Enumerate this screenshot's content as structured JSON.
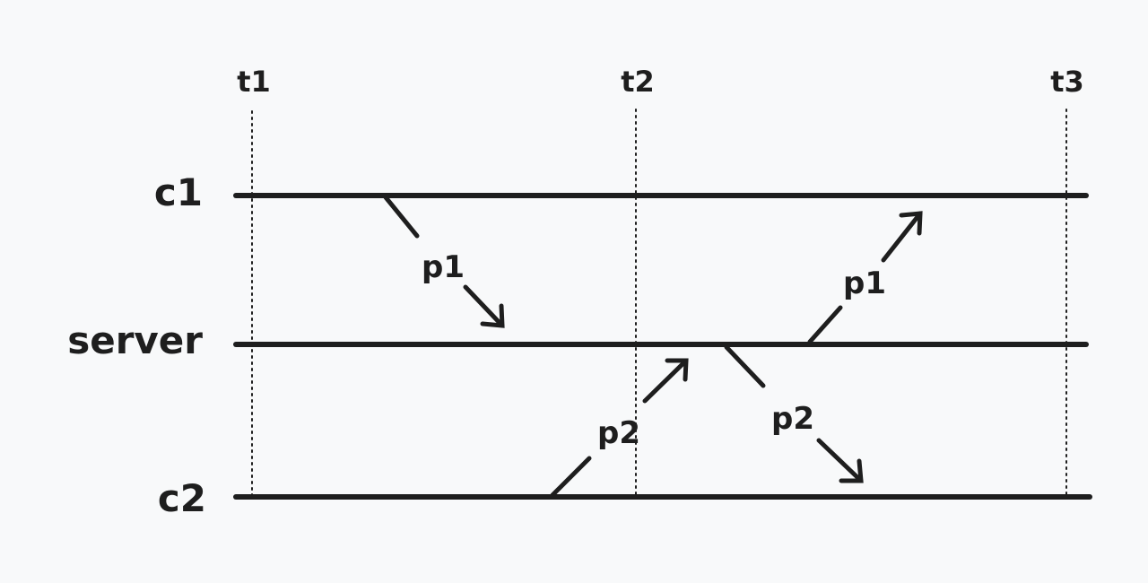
{
  "lanes": {
    "c1": "c1",
    "server": "server",
    "c2": "c2"
  },
  "times": {
    "t1": "t1",
    "t2": "t2",
    "t3": "t3"
  },
  "messages": {
    "c1_to_server": "p1",
    "c2_to_server": "p2",
    "server_to_c1": "p1",
    "server_to_c2": "p2"
  }
}
